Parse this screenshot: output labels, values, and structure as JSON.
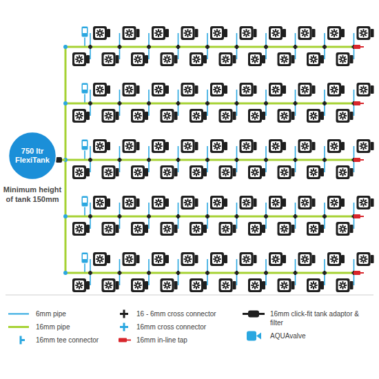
{
  "diagram": {
    "nodes": [
      {
        "text": [
          "750 ltr FlexiTank"
        ]
      }
    ],
    "labels": [
      "Minimum height of tank 150mm"
    ],
    "legend": [
      {
        "text": "6mm pipe"
      },
      {
        "text": "16mm pipe"
      },
      {
        "text": "16mm tee connector"
      },
      {
        "text": "16 - 6mm cross connector"
      },
      {
        "text": "16mm cross connector"
      },
      {
        "text": "16mm in-line tap"
      },
      {
        "text": "16mm click-fit tank adaptor & filter"
      },
      {
        "text": "AQUAvalve"
      }
    ]
  }
}
